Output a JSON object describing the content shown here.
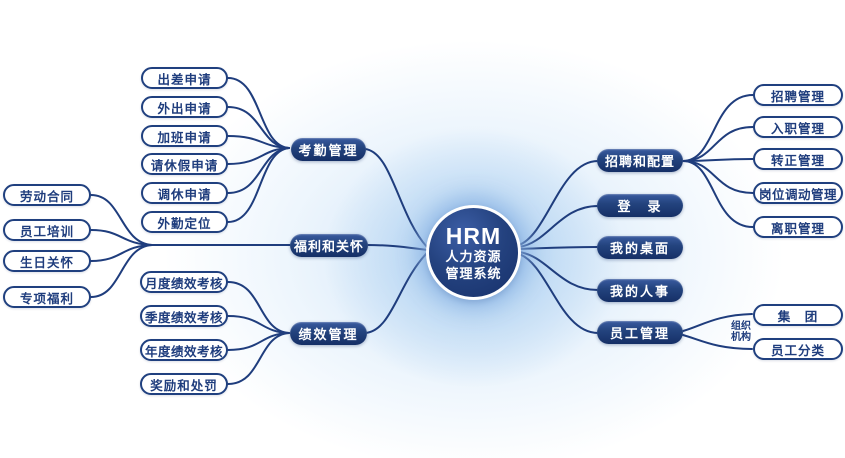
{
  "center": {
    "title": "HRM",
    "line1": "人力资源",
    "line2": "管理系统"
  },
  "branches": {
    "attendance": {
      "label": "考勤管理",
      "children": [
        "出差申请",
        "外出申请",
        "加班申请",
        "请休假申请",
        "调休申请",
        "外勤定位"
      ]
    },
    "welfare": {
      "label": "福利和关怀",
      "children": [
        "劳动合同",
        "员工培训",
        "生日关怀",
        "专项福利"
      ]
    },
    "performance": {
      "label": "绩效管理",
      "children": [
        "月度绩效考核",
        "季度绩效考核",
        "年度绩效考核",
        "奖励和处罚"
      ]
    },
    "recruitment": {
      "label": "招聘和配置",
      "children": [
        "招聘管理",
        "入职管理",
        "转正管理",
        "岗位调动管理",
        "离职管理"
      ]
    },
    "login": {
      "label": "登　录"
    },
    "my_desktop": {
      "label": "我的桌面"
    },
    "my_hr": {
      "label": "我的人事"
    },
    "employee": {
      "label": "员工管理",
      "edge_label": {
        "line1": "组织",
        "line2": "机构"
      },
      "children": [
        "集　团",
        "员工分类"
      ]
    }
  },
  "colors": {
    "navy": "#1f3d7d",
    "pill_dark_top": "#3a5ba0",
    "pill_dark_bottom": "#152f66",
    "leaf_border": "#20407f",
    "background_glow": "#c4ddf5",
    "text_on_dark": "#ffffff"
  }
}
